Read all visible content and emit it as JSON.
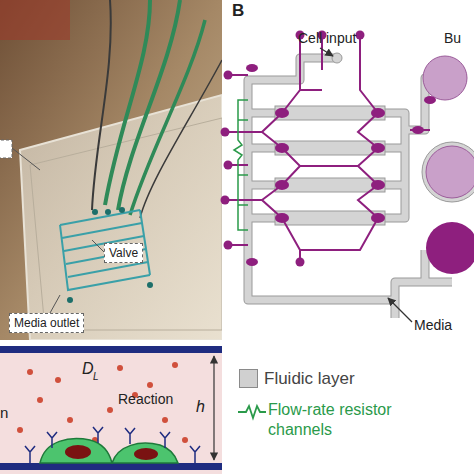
{
  "diagram": {
    "nodes": [
      {
        "text": [
          "Valve"
        ]
      },
      {
        "text": [
          "Media outlet"
        ]
      }
    ],
    "labels": [
      "B",
      "Cell input",
      "Bu",
      "Media",
      "D",
      "L",
      "Reaction",
      "h",
      "n"
    ],
    "legend": [
      {
        "text": "Fluidic layer",
        "color": "#d0d0d0"
      },
      {
        "text": "Flow-rate resistor channels"
      }
    ]
  }
}
